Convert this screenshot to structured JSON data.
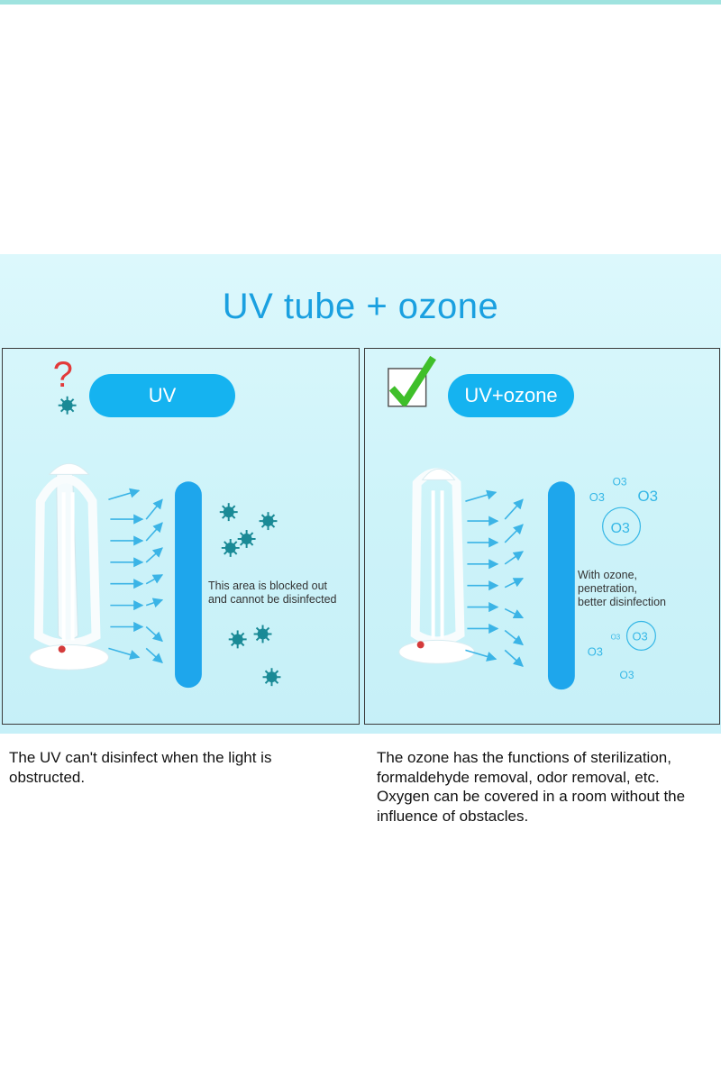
{
  "title": "UV tube + ozone",
  "left_panel": {
    "label": "UV",
    "note_line1": "This area is blocked out",
    "note_line2": "and cannot be disinfected",
    "status_icon": "question-mark-icon",
    "virus_icon": "virus-icon"
  },
  "right_panel": {
    "label": "UV+ozone",
    "note_line1": "With ozone,",
    "note_line2": "penetration,",
    "note_line3": "better disinfection",
    "status_icon": "check-mark-icon",
    "ozone_label": "O3"
  },
  "captions": {
    "left": "The UV can't disinfect when the light is obstructed.",
    "right": "The ozone has the functions of sterilization, formaldehyde removal, odor removal, etc. Oxygen can be covered in a room without the influence of obstacles."
  },
  "colors": {
    "title": "#1aa0e0",
    "pill": "#15b3f0",
    "barrier": "#1ea6ec",
    "arrow": "#3bb4e6",
    "virus": "#1a8a96",
    "question": "#e23a3a",
    "check": "#3fbf2a",
    "background": "#d3f5fa"
  }
}
